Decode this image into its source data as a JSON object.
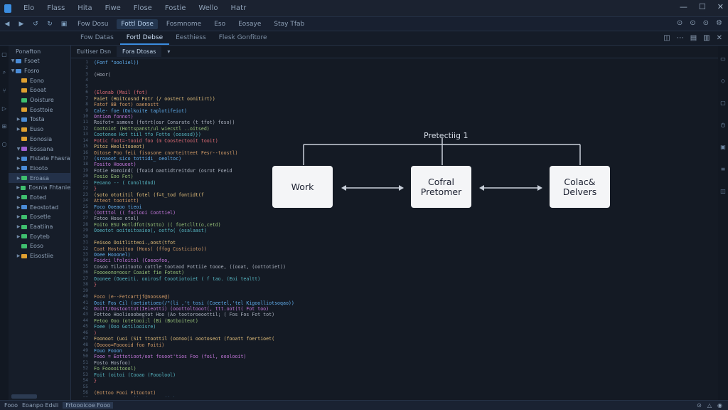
{
  "titlebar": {
    "menu": [
      "Elo",
      "Flass",
      "Hita",
      "Fiwe",
      "Flose",
      "Fostie",
      "Wello",
      "Hatr"
    ],
    "controls": [
      "—",
      "☐",
      "✕"
    ]
  },
  "toolbar": {
    "buttons": [
      "Fow Dosu",
      "Fottl Dose",
      "Fosmnome",
      "Eso",
      "Eosaye",
      "Stay Tfab"
    ],
    "right_icons": [
      "⊙",
      "⊙",
      "⊙",
      "⚙"
    ]
  },
  "tabs": {
    "items": [
      "Fow Datas",
      "Fortl Debse",
      "Eesthiess",
      "Flesk Gonfitore"
    ]
  },
  "editor_tabs": {
    "items": [
      "Euitiser Dsn",
      "Fora Dtosas"
    ]
  },
  "sidebar": {
    "header": "Ponafton",
    "items": [
      {
        "label": "Fsoet",
        "color": "#4a8bd6",
        "arrow": "▼"
      },
      {
        "label": "Fosro",
        "color": "#4a8bd6",
        "arrow": "▼"
      },
      {
        "label": "Eono",
        "color": "#e0a030",
        "arrow": ""
      },
      {
        "label": "Eooat",
        "color": "#e0a030",
        "arrow": ""
      },
      {
        "label": "Ooisture",
        "color": "#3fbf6e",
        "arrow": ""
      },
      {
        "label": "Eosttoie",
        "color": "#e0a030",
        "arrow": ""
      },
      {
        "label": "Tosta",
        "color": "#4a8bd6",
        "arrow": "▶"
      },
      {
        "label": "Euso",
        "color": "#e0a030",
        "arrow": "▶"
      },
      {
        "label": "Eonosia",
        "color": "#e0a030",
        "arrow": ""
      },
      {
        "label": "Eossana",
        "color": "#a060d0",
        "arrow": "▼"
      },
      {
        "label": "Flstate Fhasra",
        "color": "#4a8bd6",
        "arrow": "▶"
      },
      {
        "label": "Eiooto",
        "color": "#4a8bd6",
        "arrow": "▶"
      },
      {
        "label": "Eroasa",
        "color": "#3fbf6e",
        "arrow": "▶"
      },
      {
        "label": "Eosnia Fhtanie",
        "color": "#3fbf6e",
        "arrow": "▶"
      },
      {
        "label": "Eoted",
        "color": "#3fbf6e",
        "arrow": "▶"
      },
      {
        "label": "Eeostotad",
        "color": "#4a8bd6",
        "arrow": "▶"
      },
      {
        "label": "Eosetle",
        "color": "#3fbf6e",
        "arrow": "▶"
      },
      {
        "label": "Eaatiina",
        "color": "#3fbf6e",
        "arrow": "▶"
      },
      {
        "label": "Eoyteb",
        "color": "#3fbf6e",
        "arrow": "▶"
      },
      {
        "label": "Eoso",
        "color": "#3fbf6e",
        "arrow": ""
      },
      {
        "label": "Eisostiie",
        "color": "#e0a030",
        "arrow": "▶"
      }
    ]
  },
  "code": {
    "lines": [
      "      (Fonf \"oooliel))",
      "",
      "    (Hoor(",
      "",
      "",
      "          (Elonab (Mail (fot)",
      "            Faiet (Hoitcosnd Fotr (/ oostect oonitirt))",
      "            Fatof 8B foot) oaenostt",
      "            Cale- foe (Oolkoite taplotifeiot)",
      "            Ontiom fonnot)",
      "            Roifot= ssmove (fotrt(osr Consrate (t tfot) feso))",
      "            Cootoiot (Hottspanst/ul wiecstl ..oitsed)",
      "            Cootonee Hot tiil tfo Fotte (oosesd)})",
      "            Fotic foot=-tooid foo (m Coostectooit tooit)",
      "            Pitoz Heolitooeot)",
      "            Oitose Foo feii fisosone cnorteitteet Fesr--toostl)",
      "            (sroaoot sico tottidi_   oeoltoc)",
      "              Fosito Hoouoot)",
      "              Fotie  Homoind( (foaid oaotidtreitdur (osrot Foeid",
      "              Fosio  Eoo Fot)",
      "              Feoano -- ( Conoltdnd)",
      "            }",
      "              (soto ototitil fotel (f=t_tod fontidt(f",
      "              Atteot tootiott)",
      "              Foco  Ooeaoo  tieoi",
      "              (Ootttol (( foclooi  Coottiel)",
      "            Fotoo   Hose otol)",
      "              Foito ESU Hotldfot(Sotto) (( foetcllt(o,cetd)",
      "              Ooeotot ooitoitoaioo(, ootfo( (osalaast)",
      "",
      "                Feisoo Ooitlitteoi.,oost(tfot",
      "                  Coat   Hostoitoo (Hoos(   (ffog  Costicioto))",
      "            Ooee Hooonel)",
      "                 Foidci lfoloitol (Coeoofoo,",
      "                 Cosoo Tilatitooto cottle tootaod Fottiie toooe,  ((ooat,  (oottotiet))",
      "              Foooeono=oosr   Coaiet  fie Fotest)",
      "              Ooonee (Ooeeiti. ooirosf  Coootiotoiet ( f tao. (Eoi tealtt)",
      "            }",
      "",
      "          Foco (e--Fetcartjf@noosse@)",
      "            Ooit  Fos  Cil (oetiotioeo(/\"(li ,'t  tosi (Coeetel,'tel  Kigoolliotsoqao))",
      "            Ooitt/Oostoottot(Ieieotti)  (ooottoltooot(,  ttt.oot(t(  Fot  too)",
      "            Fottoo Hooliooobegtot  Hoo  (Ao  tootoroeoottil; ( Fos  Fos  Fot  tot)",
      "            Fetoo  Ooo  (otetooi;l  (Bi  (Botboiteot)",
      "            Foee  (Ooo Gotilooisre)",
      "          )",
      "          Foonoot  (uoi  (Sit  ttoottil (oonoo(i oootoseot  (fooatt  foertioet(",
      "            (Ooooo=Fooooid  foo  Foiti)",
      "              Fouo  Fooon",
      "              Fooo  =   Eottotioot/oot  fosoot'tios  Foo  (foil,  ooolooit)",
      "            Fosto  Hosfoo)",
      "              Fo  Fooooitoool)",
      "            Foit  (oitoi  (Cooao  (Fooolool)",
      "          }",
      "",
      "          (Eottoo  Fooi  Fitootot)",
      "            Fooo  Hoo-Oootoiit  (Fooo  oiit)"
    ]
  },
  "diagram": {
    "title": "Pretectiig 1",
    "nodes": [
      "Work",
      "Cofral\nPretomer",
      "Colac&\nDelvers"
    ]
  },
  "statusbar": {
    "left": "Fooo",
    "mid": "Eoanpo Edsli",
    "right_item": "Frtoooicoe Fooo"
  }
}
